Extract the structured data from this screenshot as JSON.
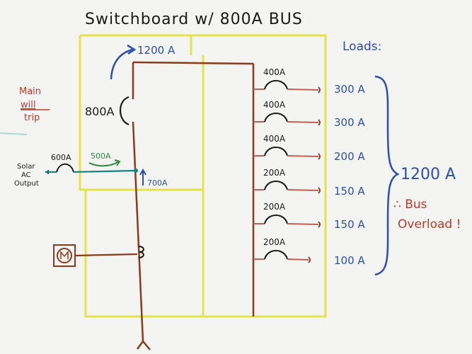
{
  "title": "Switchboard w/ 800A BUS",
  "main_breaker": {
    "label": "800A",
    "arrow_label": "1200 A"
  },
  "main_trip_note": [
    "Main",
    "will",
    "trip"
  ],
  "solar": {
    "label_lines": [
      "Solar",
      "AC",
      "Output"
    ],
    "breaker": "600A",
    "flow_label": "500A",
    "bus_label": "700A"
  },
  "branch_breakers": [
    {
      "breaker": "400A",
      "load": "300 A"
    },
    {
      "breaker": "400A",
      "load": "300 A"
    },
    {
      "breaker": "400A",
      "load": "200 A"
    },
    {
      "breaker": "200A",
      "load": "150 A"
    },
    {
      "breaker": "200A",
      "load": "150 A"
    },
    {
      "breaker": "200A",
      "load": "100 A"
    }
  ],
  "loads_heading": "Loads:",
  "loads_total": "1200 A",
  "overload_note": [
    "∴ Bus",
    "Overload !"
  ],
  "meter_icon": "meter-icon",
  "colors": {
    "bus": "#8b3a1a",
    "enclosure": "#e3e34a",
    "loads": "#2a4fb0",
    "warning": "#c0392b",
    "solar": "#13857f",
    "flow": "#2e8b3e",
    "ink": "#1a1a1a"
  }
}
